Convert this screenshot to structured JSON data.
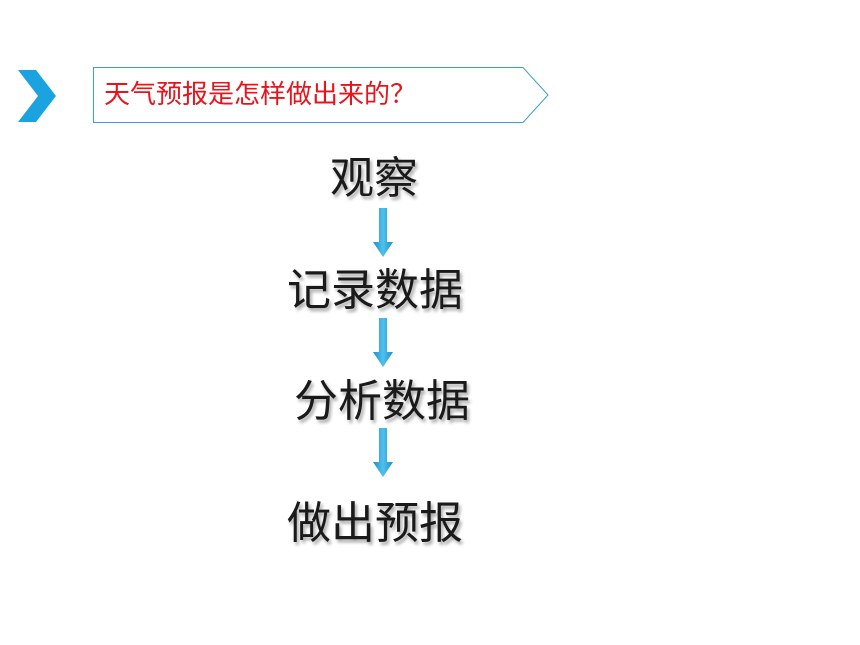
{
  "header": {
    "title": "天气预报是怎样做出来的？",
    "chevron_icon": "chevron-right-icon",
    "accent_color": "#1aa3de",
    "title_color": "#e8141c"
  },
  "flow": {
    "steps": [
      "观察",
      "记录数据",
      "分析数据",
      "做出预报"
    ],
    "arrow_icon": "arrow-down-icon",
    "arrow_color": "#29a8e0"
  }
}
